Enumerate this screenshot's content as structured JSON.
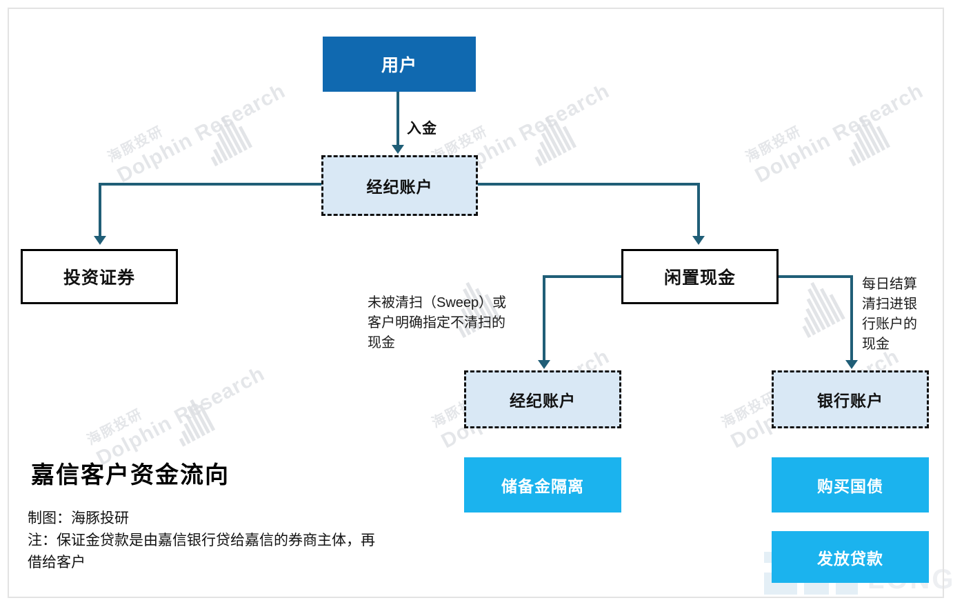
{
  "diagram": {
    "title": "嘉信客户资金流向",
    "credits": "制图：海豚投研\n注：保证金贷款是由嘉信银行贷给嘉信的券商主体，再借给客户",
    "nodes": {
      "user": "用户",
      "brokerage_account_top": "经纪账户",
      "invest_securities": "投资证券",
      "idle_cash": "闲置现金",
      "brokerage_account_bottom": "经纪账户",
      "bank_account": "银行账户",
      "reserve_segregation": "储备金隔离",
      "buy_treasury": "购买国债",
      "issue_loans": "发放贷款"
    },
    "edge_labels": {
      "deposit": "入金",
      "not_swept": "未被清扫（Sweep）或\n客户明确指定不清扫的\n现金",
      "daily_swept": "每日结算\n清扫进银\n行账户的\n现金"
    },
    "watermark": {
      "cn": "海豚投研",
      "en": "Dolphin Research",
      "brand": "LONGPORT"
    },
    "colors": {
      "user_blue": "#1069b0",
      "dashed_fill": "#d9e8f5",
      "cyan": "#1bb3ee",
      "connector": "#205e77",
      "frame": "#e3e3e3"
    }
  }
}
